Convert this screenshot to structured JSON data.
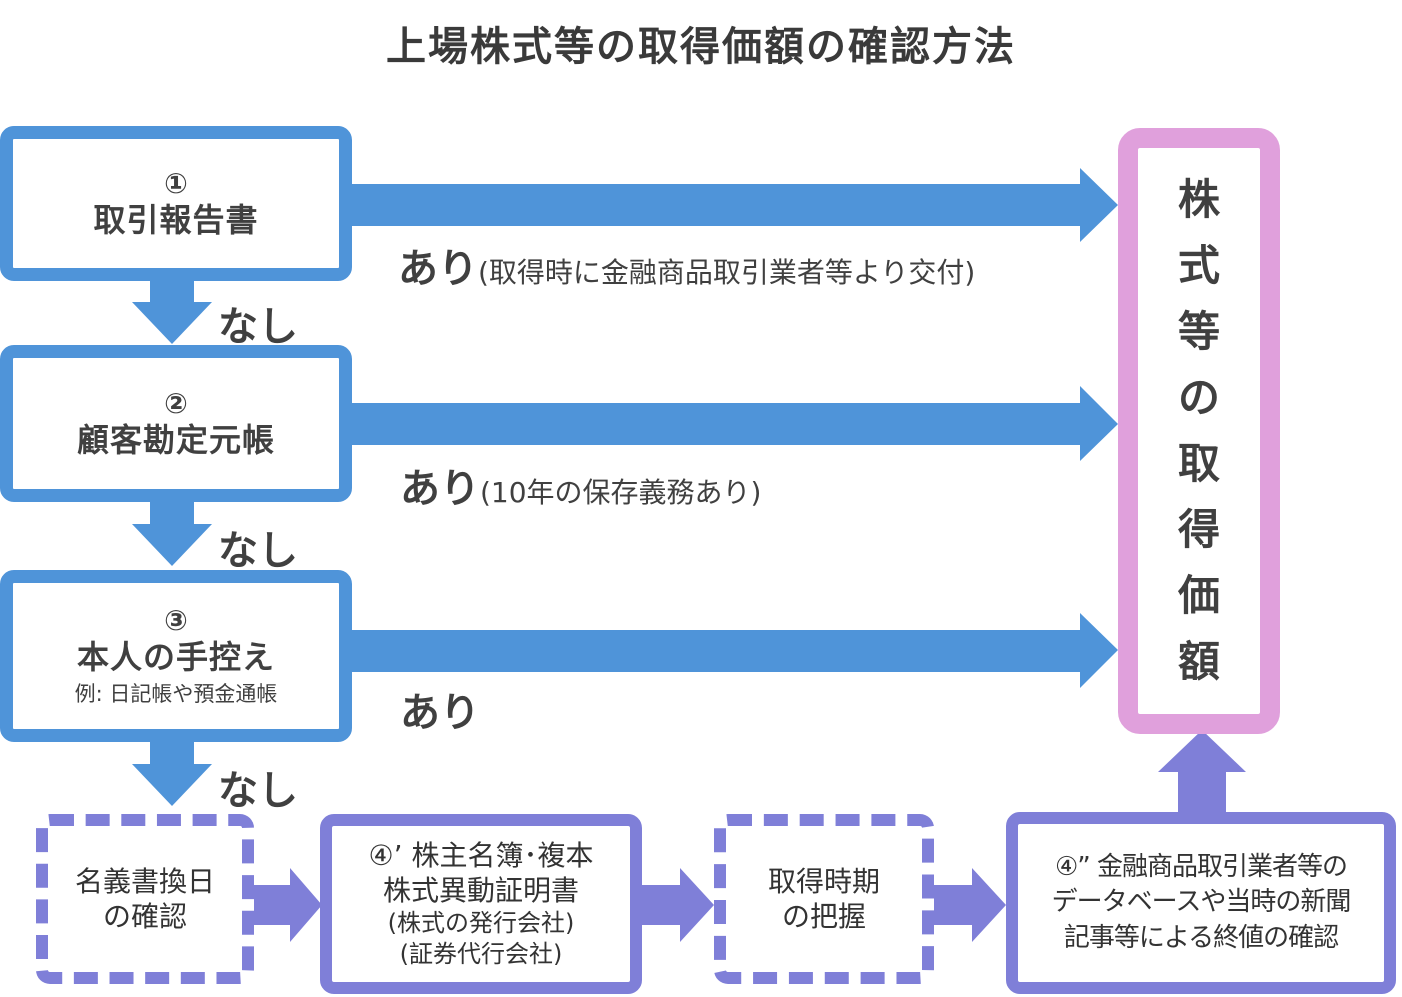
{
  "title": "上場株式等の取得価額の確認方法",
  "steps": [
    {
      "num": "①",
      "label": "取引報告書",
      "note": "",
      "result": "あり",
      "result_note": "(取得時に金融商品取引業者等より交付)"
    },
    {
      "num": "②",
      "label": "顧客勘定元帳",
      "note": "",
      "result": "あり",
      "result_note": "(10年の保存義務あり)"
    },
    {
      "num": "③",
      "label": "本人の手控え",
      "note": "例: 日記帳や預金通帳",
      "result": "あり",
      "result_note": ""
    }
  ],
  "none_label": "なし",
  "target": "株式等の取得価額",
  "bottom": {
    "box1": [
      "名義書換日",
      "の確認"
    ],
    "box2": [
      "④’ 株主名簿･複本",
      "株式異動証明書",
      "(株式の発行会社)",
      "(証券代行会社)"
    ],
    "box3": [
      "取得時期",
      "の把握"
    ],
    "box4": [
      "④” 金融商品取引業者等の",
      "データベースや当時の新聞",
      "記事等による終値の確認"
    ]
  },
  "colors": {
    "blue": "#4f94d9",
    "pink": "#e0a0dc",
    "purple": "#7f7fd8"
  }
}
